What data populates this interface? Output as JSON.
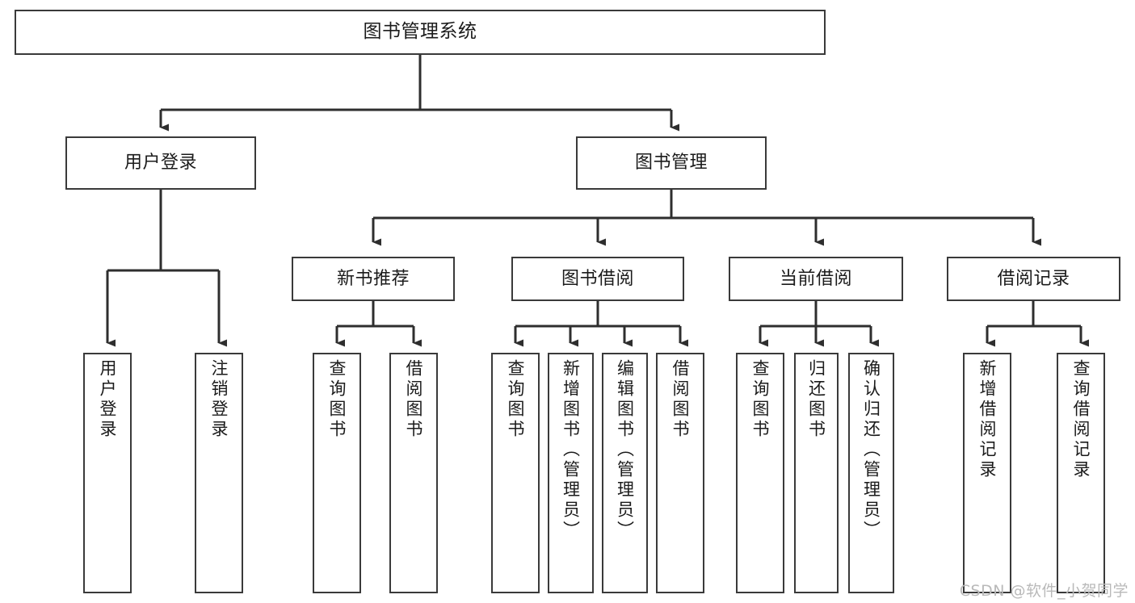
{
  "diagram": {
    "title": "图书管理系统",
    "type": "tree-hierarchy-functional-structure",
    "watermark": "CSDN @软件_小贺同学",
    "colors": {
      "box_border": "#3a3a3a",
      "box_fill": "#ffffff",
      "connector": "#2e2e2e",
      "text": "#1b1b1b",
      "watermark": "#b9b9b9",
      "background": "#ffffff"
    },
    "root": {
      "label": "图书管理系统"
    },
    "level2": [
      {
        "label": "用户登录"
      },
      {
        "label": "图书管理"
      }
    ],
    "level3": [
      {
        "label": "新书推荐"
      },
      {
        "label": "图书借阅"
      },
      {
        "label": "当前借阅"
      },
      {
        "label": "借阅记录"
      }
    ],
    "leaves": {
      "user_login": [
        {
          "label": "用户登录"
        },
        {
          "label": "注销登录"
        }
      ],
      "new_book_recommend": [
        {
          "label": "查询图书"
        },
        {
          "label": "借阅图书"
        }
      ],
      "book_borrow": [
        {
          "label": "查询图书"
        },
        {
          "label": "新增图书（管理员）"
        },
        {
          "label": "编辑图书（管理员）"
        },
        {
          "label": "借阅图书"
        }
      ],
      "current_borrow": [
        {
          "label": "查询图书"
        },
        {
          "label": "归还图书"
        },
        {
          "label": "确认归还（管理员）"
        }
      ],
      "borrow_record": [
        {
          "label": "新增借阅记录"
        },
        {
          "label": "查询借阅记录"
        }
      ]
    }
  }
}
